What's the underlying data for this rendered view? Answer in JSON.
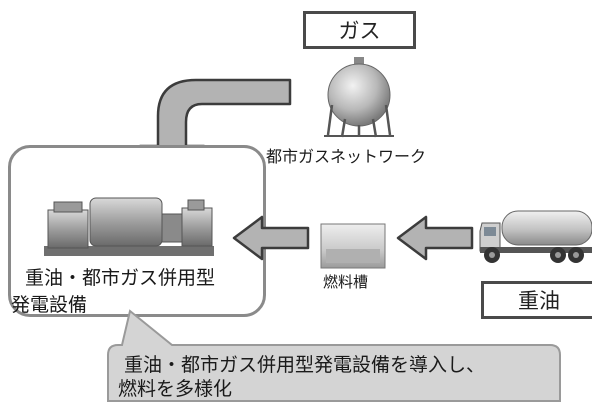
{
  "gas_label": "ガス",
  "gas_network_label": "都市ガスネットワーク",
  "generator_label_line1": "重油・都市ガス併用型",
  "generator_label_line2": "発電設備",
  "fuel_tank_label": "燃料槽",
  "heavy_oil_label": "重油",
  "callout_line1": "重油・都市ガス併用型発電設備を導入し、",
  "callout_line2": "燃料を多様化",
  "colors": {
    "arrow_fill": "#b3b3b3",
    "arrow_stroke": "#3c3c3c",
    "box_border": "#4a4a4a",
    "rounded_box_border": "#8a8a8a",
    "callout_fill": "#d4d4d4",
    "callout_stroke": "#9a9a9a"
  },
  "icons": [
    "gas-tank-icon",
    "generator-icon",
    "fuel-tank-icon",
    "tanker-truck-icon"
  ]
}
